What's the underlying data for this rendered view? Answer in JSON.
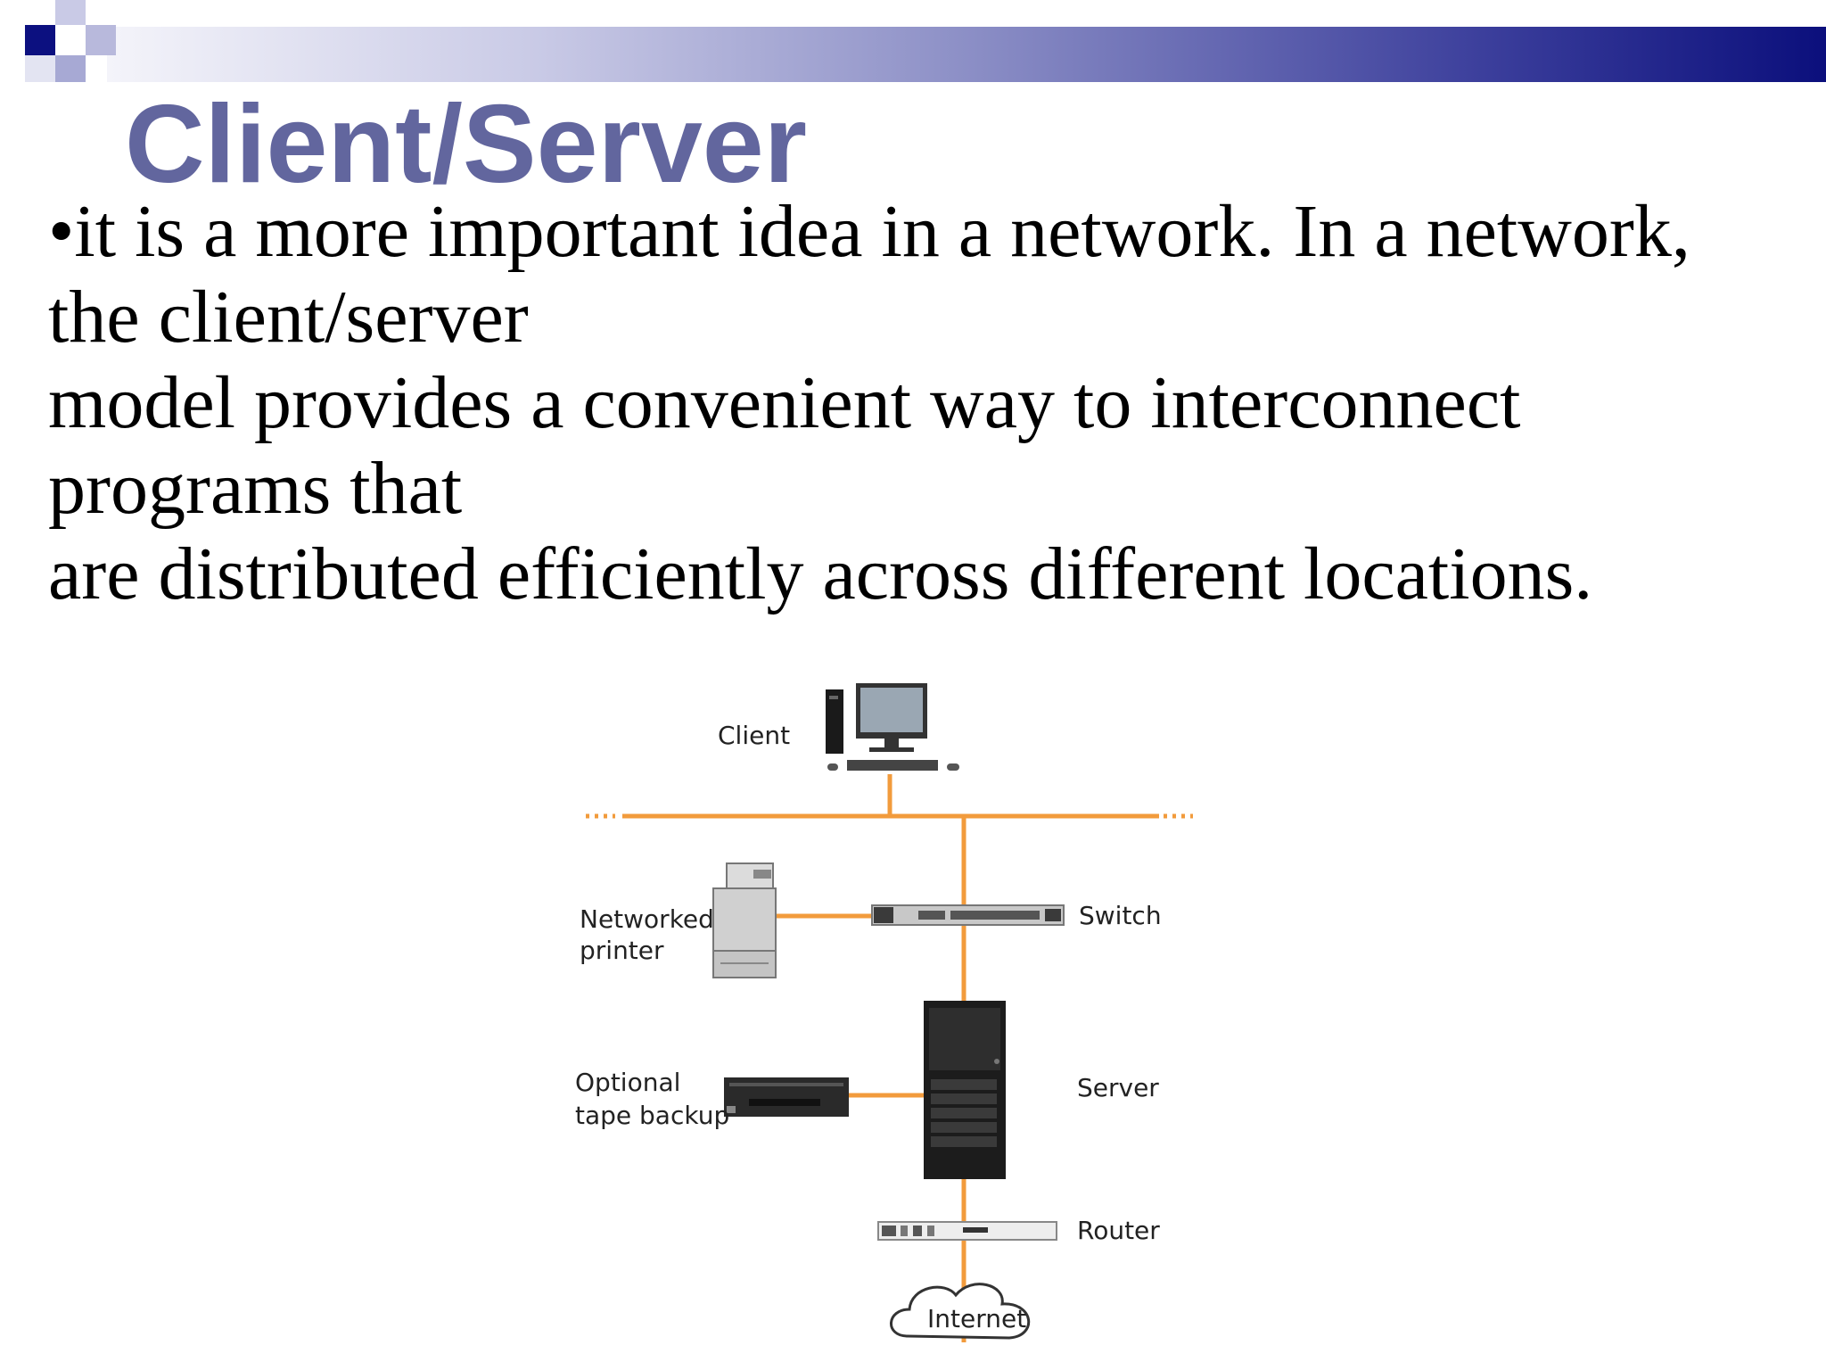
{
  "slide": {
    "title": "Client/Server",
    "body_lines": [
      "•it is a more important idea in a network. In a network,",
      "the client/server",
      "model provides a convenient way to interconnect",
      "programs that",
      "are distributed efficiently across different locations."
    ]
  },
  "diagram": {
    "labels": {
      "client": "Client",
      "printer_line1": "Networked",
      "printer_line2": "printer",
      "switch": "Switch",
      "tape_line1": "Optional",
      "tape_line2": "tape backup",
      "server": "Server",
      "router": "Router",
      "internet": "Internet"
    },
    "colors": {
      "network_line": "#f29b3c",
      "title": "#62669e",
      "header_bar_end": "#0b0f7c"
    }
  }
}
